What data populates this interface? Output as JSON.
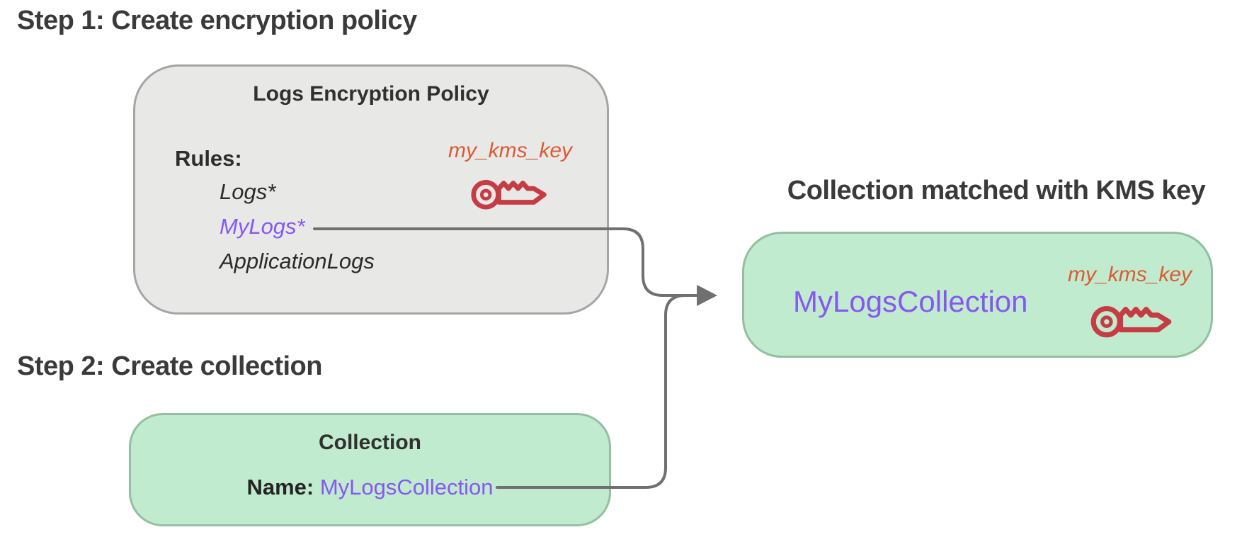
{
  "step1": {
    "heading": "Step 1: Create encryption policy"
  },
  "policy_box": {
    "title": "Logs Encryption Policy",
    "rules_label": "Rules:",
    "rules": [
      {
        "label": "Logs*"
      },
      {
        "label": "MyLogs*"
      },
      {
        "label": "ApplicationLogs"
      }
    ],
    "kms_key_label": "my_kms_key"
  },
  "step2": {
    "heading": "Step 2: Create collection"
  },
  "collection_box": {
    "title": "Collection",
    "name_label": "Name:",
    "name_value": "MyLogsCollection"
  },
  "matched": {
    "heading": "Collection matched with KMS key",
    "collection_name": "MyLogsCollection",
    "kms_key_label": "my_kms_key"
  },
  "icons": {
    "key_icon": "kms-key-icon",
    "arrow": "arrowhead-right-icon"
  },
  "colors": {
    "accent_purple": "#8658f2",
    "accent_orange": "#db5b35",
    "key_red": "#c53c44",
    "gray_box_fill": "#e8e8e7",
    "gray_box_border": "#a5a5a5",
    "green_box_fill": "#c1ebce",
    "green_box_border": "#93bfa0",
    "connector_gray": "#707070",
    "heading_text": "#3a3a3a"
  }
}
